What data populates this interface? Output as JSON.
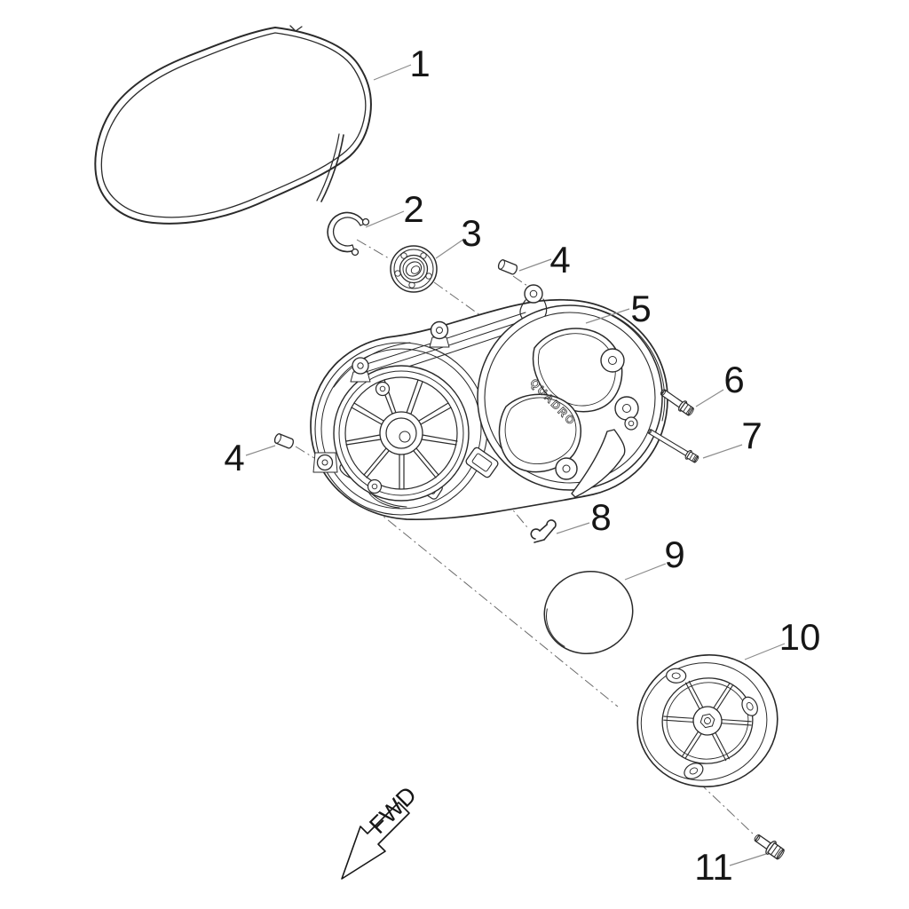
{
  "figure": {
    "type": "exploded-parts-diagram",
    "brand_text": "QUADRO",
    "direction_label": "FWD",
    "colors": {
      "background": "#ffffff",
      "line": "#2a2a2a",
      "leader": "#8c8c8c",
      "centerline": "#6a6a6a",
      "label": "#161616"
    },
    "callouts": [
      {
        "number": "1",
        "part": "drive-belt"
      },
      {
        "number": "2",
        "part": "circlip"
      },
      {
        "number": "3",
        "part": "ball-bearing"
      },
      {
        "number": "4",
        "part": "dowel-pin-upper"
      },
      {
        "number": "5",
        "part": "cvt-cover"
      },
      {
        "number": "6",
        "part": "hex-bolt-short"
      },
      {
        "number": "7",
        "part": "hex-bolt-long"
      },
      {
        "number": "4",
        "part": "dowel-pin-lower"
      },
      {
        "number": "8",
        "part": "retaining-clip"
      },
      {
        "number": "9",
        "part": "round-cap"
      },
      {
        "number": "10",
        "part": "fan-cover"
      },
      {
        "number": "11",
        "part": "flange-bolt"
      }
    ]
  }
}
